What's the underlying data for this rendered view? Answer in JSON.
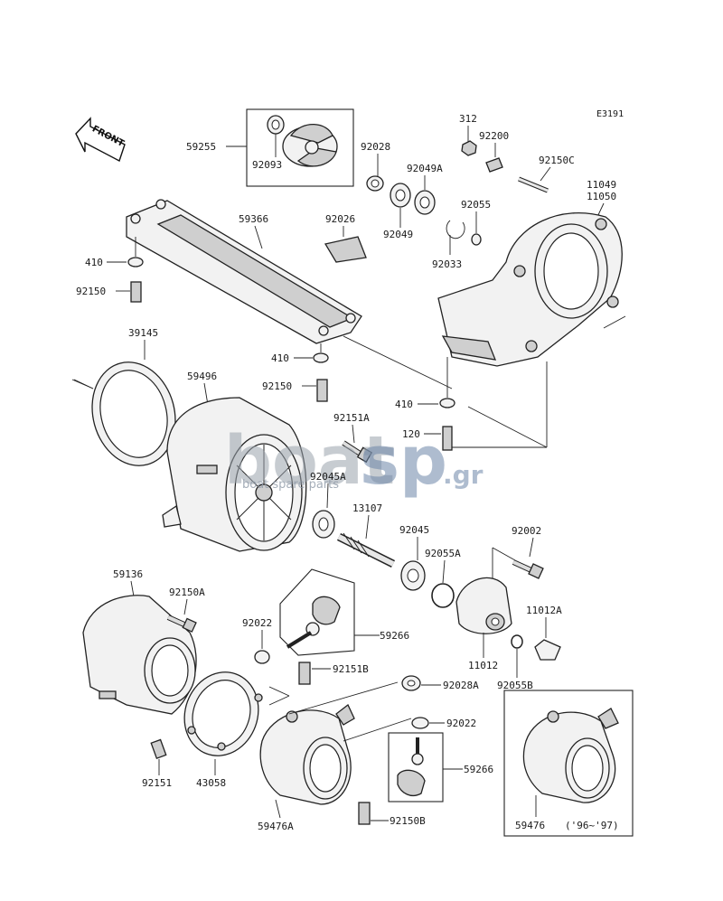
{
  "diagram_code": "E3191",
  "front_label": "FRONT",
  "note_years": "('96~'97)",
  "watermark": {
    "brand_left": "boat",
    "brand_right": "sp",
    "brand_suffix": ".gr",
    "tagline": "boat spare parts"
  },
  "callouts": {
    "p59255": "59255",
    "p92093": "92093",
    "p92028t": "92028",
    "p312": "312",
    "p92200": "92200",
    "p92049A": "92049A",
    "p92150C": "92150C",
    "p11049": "11049",
    "p11050": "11050",
    "p59366": "59366",
    "p92026": "92026",
    "p92055": "92055",
    "p92049": "92049",
    "p92033": "92033",
    "p410a": "410",
    "p92150a": "92150",
    "p39145": "39145",
    "p410b": "410",
    "p59496": "59496",
    "p92150b": "92150",
    "p410c": "410",
    "p92151A": "92151A",
    "p120": "120",
    "p92045A": "92045A",
    "p13107": "13107",
    "p92045": "92045",
    "p92002": "92002",
    "p92055A": "92055A",
    "p59136": "59136",
    "p92150A": "92150A",
    "p11012A": "11012A",
    "p92022a": "92022",
    "p59266a": "59266",
    "p11012": "11012",
    "p92055B": "92055B",
    "p92151B": "92151B",
    "p92028A": "92028A",
    "p92022b": "92022",
    "p59266b": "59266",
    "p92151": "92151",
    "p43058": "43058",
    "p59476A": "59476A",
    "p92150B": "92150B",
    "p59476": "59476"
  }
}
